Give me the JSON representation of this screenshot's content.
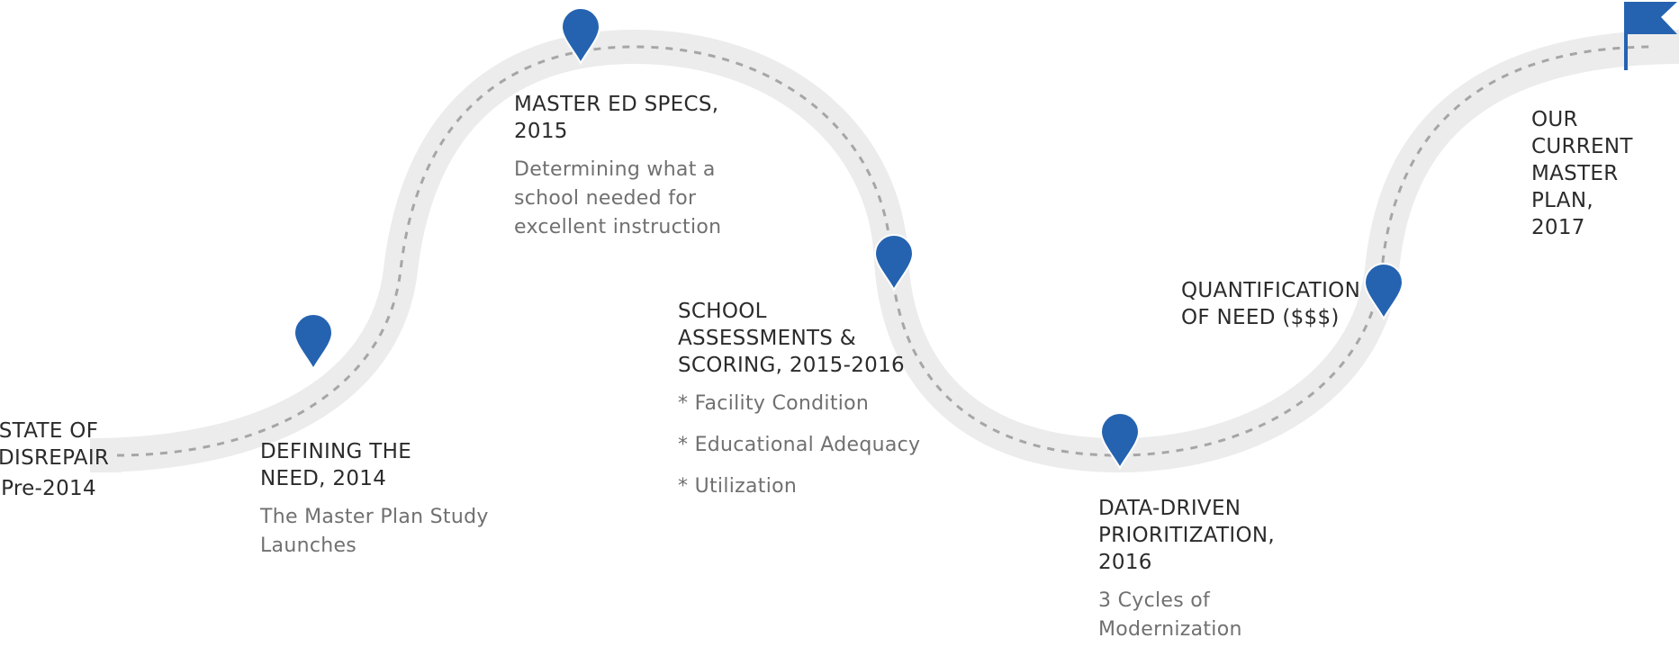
{
  "colors": {
    "road": "#ececec",
    "dash": "#a6a6a6",
    "pin": "#2563b0",
    "text": "#2b2b2b",
    "muted": "#707070"
  },
  "start": {
    "line1": "STATE OF",
    "line2": "DISREPAIR",
    "line3": "Pre-2014"
  },
  "milestones": [
    {
      "title": "DEFINING THE\nNEED, 2014",
      "desc": "The Master Plan Study\nLaunches"
    },
    {
      "title": "MASTER ED SPECS,\n2015",
      "desc": "Determining what a\nschool needed for\nexcellent instruction"
    },
    {
      "title": "SCHOOL\nASSESSMENTS &\nSCORING, 2015-2016",
      "bullets": [
        "* Facility Condition",
        "* Educational Adequacy",
        "* Utilization"
      ]
    },
    {
      "title": "DATA-DRIVEN\nPRIORITIZATION,\n2016",
      "desc": "3 Cycles of\nModernization"
    },
    {
      "title": "QUANTIFICATION\nOF NEED ($$$)"
    },
    {
      "title": "OUR CURRENT\nMASTER PLAN,\n2017"
    }
  ],
  "icons": {
    "marker": "map-pin-icon",
    "finish": "flag-icon"
  }
}
